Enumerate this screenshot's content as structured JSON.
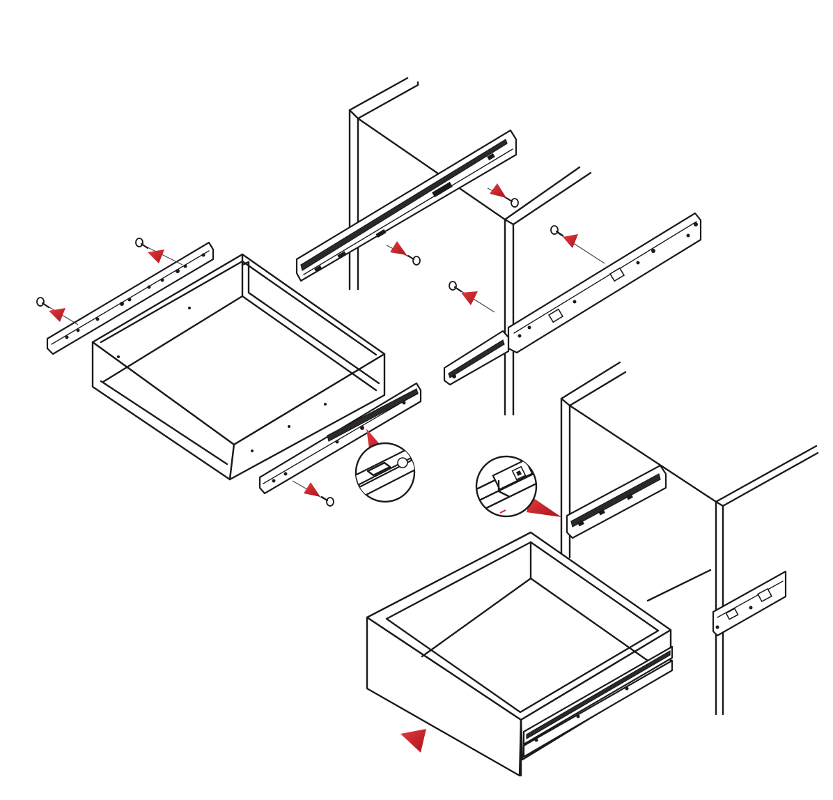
{
  "colors": {
    "line": "#1a1a1a",
    "background": "#ffffff",
    "arrow": "#d41f26",
    "arrow_shade": "#8c1116"
  },
  "parts": {
    "drawer_box_upper": "drawer-box",
    "drawer_box_lower": "drawer-box-installed",
    "cabinet_upper": "cabinet-side-panel",
    "cabinet_lower": "cabinet-side-panel",
    "rails": "ball-bearing-slide-rail",
    "screws": "mounting-screw",
    "detail_views": "zoom-detail-circle"
  },
  "annotations": {
    "arrow_count": 10,
    "screw_count": 8,
    "detail_view_count": 2
  }
}
